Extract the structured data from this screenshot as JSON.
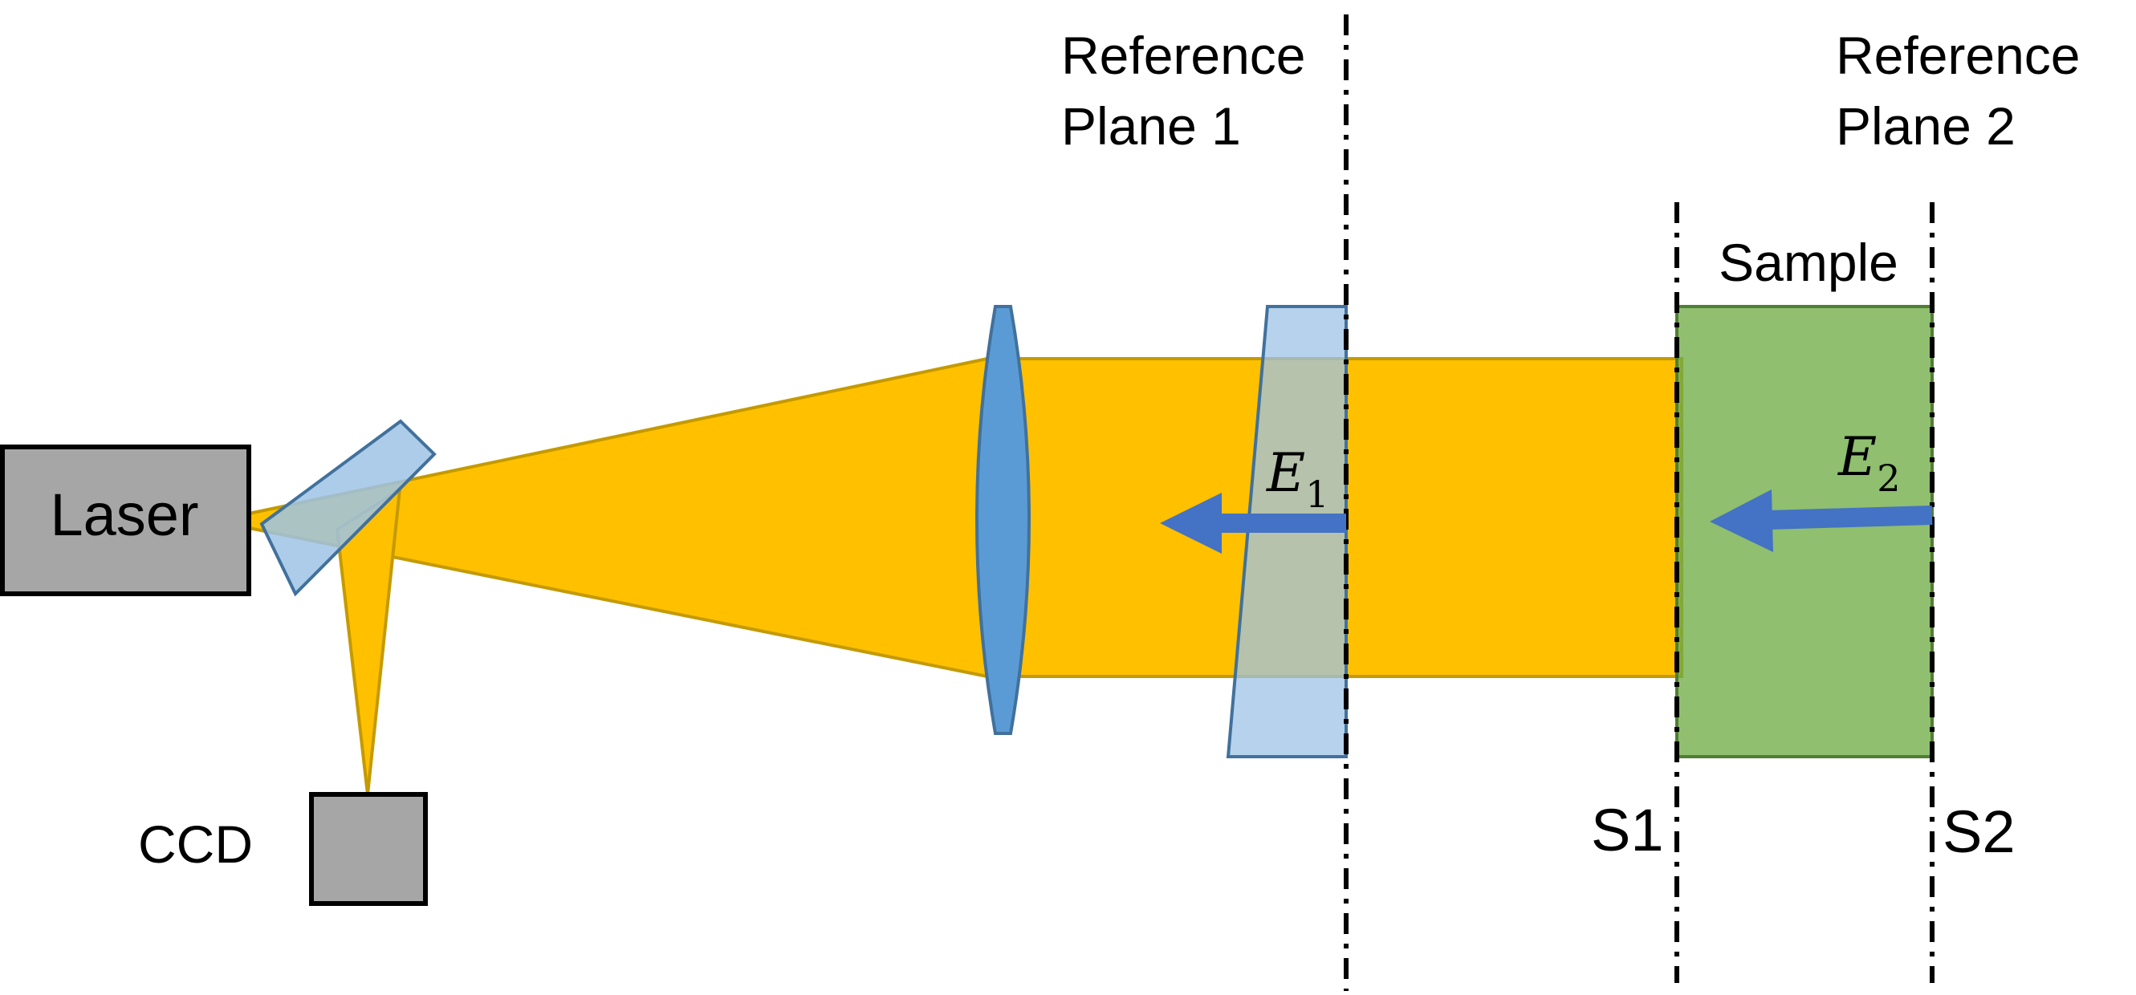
{
  "labels": {
    "laser": "Laser",
    "ccd": "CCD",
    "ref_plane_1_line1": "Reference",
    "ref_plane_1_line2": "Plane 1",
    "ref_plane_2_line1": "Reference",
    "ref_plane_2_line2": "Plane 2",
    "sample": "Sample",
    "s1": "S1",
    "s2": "S2",
    "e1_symbol": "E",
    "e1_subscript": "1",
    "e2_symbol": "E",
    "e2_subscript": "2"
  },
  "colors": {
    "beam": "#FFC000",
    "beam_edge": "#C49A00",
    "lens": "#5B9BD5",
    "lens_edge": "#41719C",
    "wedge": "#9DC3E6",
    "sample": "#70AD47",
    "arrow": "#4472C4",
    "box": "#A6A6A6"
  },
  "icons": {
    "laser": "laser-box",
    "ccd": "ccd-box",
    "beam_splitter": "beam-splitter-plate",
    "lens": "biconvex-lens",
    "wedge": "reference-wedge",
    "sample": "sample-slab"
  }
}
